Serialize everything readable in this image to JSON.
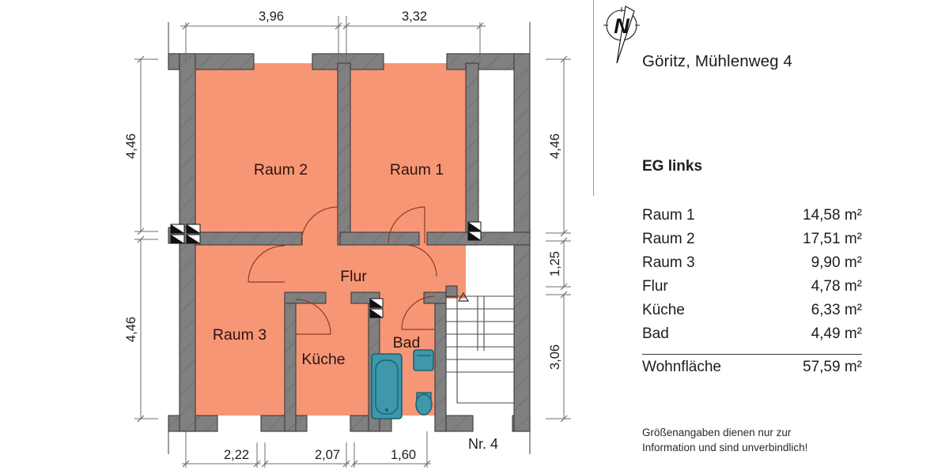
{
  "panel": {
    "compass_icon": "north-arrow-icon",
    "compass_letter": "N",
    "address": "Göritz, Mühlenweg 4",
    "floor_label": "EG links",
    "areas": [
      {
        "label": "Raum 1",
        "value": "14,58 m²"
      },
      {
        "label": "Raum 2",
        "value": "17,51 m²"
      },
      {
        "label": "Raum 3",
        "value": "9,90 m²"
      },
      {
        "label": "Flur",
        "value": "4,78 m²"
      },
      {
        "label": "Küche",
        "value": "6,33 m²"
      },
      {
        "label": "Bad",
        "value": "4,49 m²"
      }
    ],
    "total": {
      "label": "Wohnfläche",
      "value": "57,59 m²"
    },
    "disclaimer_line1": "Größenangaben dienen nur zur",
    "disclaimer_line2": "Information und sind unverbindlich!"
  },
  "plan": {
    "house_number": "Nr. 4",
    "rooms": [
      {
        "name": "raum-2",
        "label": "Raum 2"
      },
      {
        "name": "raum-1",
        "label": "Raum 1"
      },
      {
        "name": "flur",
        "label": "Flur"
      },
      {
        "name": "raum-3",
        "label": "Raum 3"
      },
      {
        "name": "kueche",
        "label": "Küche"
      },
      {
        "name": "bad",
        "label": "Bad"
      }
    ],
    "dimensions": {
      "top": [
        "3,96",
        "3,32"
      ],
      "bottom": [
        "2,22",
        "2,07",
        "1,60"
      ],
      "left": [
        "4,46",
        "4,46"
      ],
      "right": [
        "4,46",
        "1,25",
        "3,06"
      ]
    },
    "fixtures": [
      "bathtub",
      "sink",
      "toilet",
      "staircase"
    ],
    "stair_direction_icon": "up-arrow-icon"
  },
  "colors": {
    "room_fill": "#f79675",
    "wall_fill": "#808080",
    "wall_stroke": "#3c3c3c",
    "fixture_fill": "#3e97ab",
    "fixture_stroke": "#1d6170",
    "door_arc": "#8c3a22",
    "dimension_line": "#6e6e6e",
    "text": "#1d1d1d"
  }
}
